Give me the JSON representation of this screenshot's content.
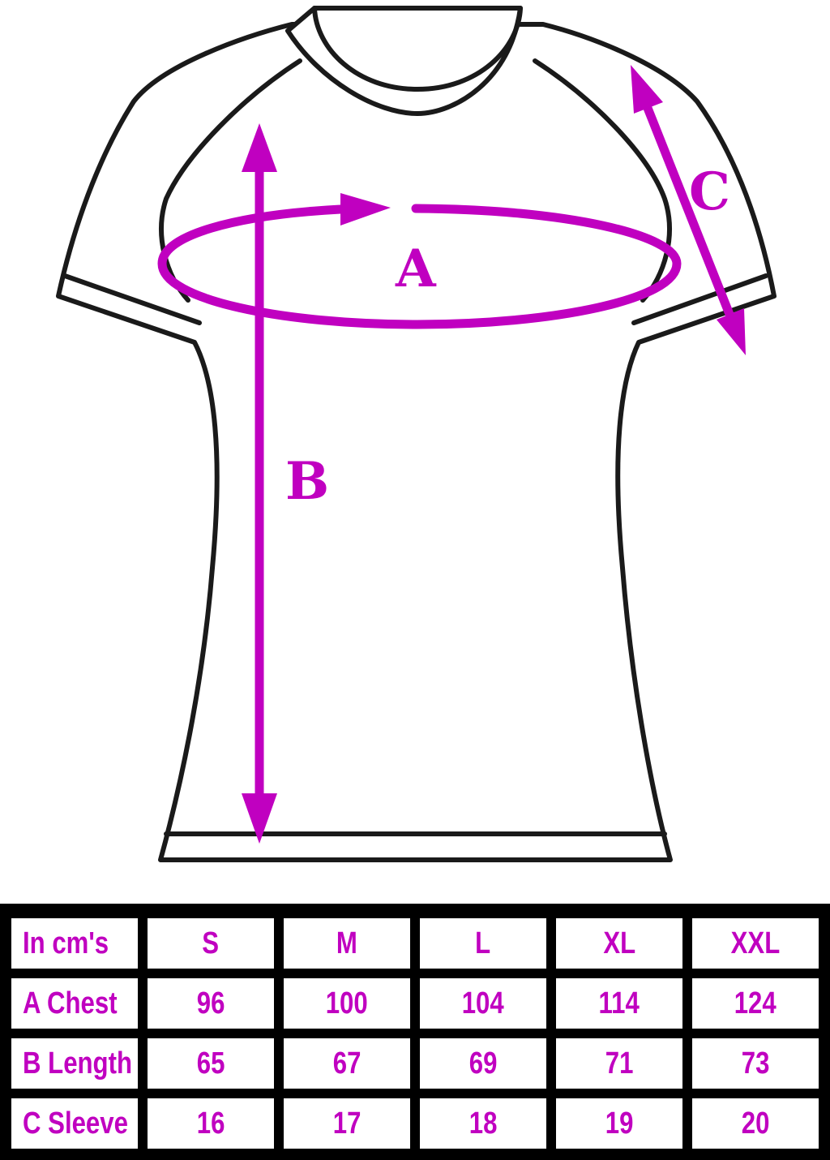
{
  "diagram": {
    "labels": {
      "chest": "A",
      "length": "B",
      "sleeve": "C"
    },
    "colors": {
      "outline": "#1a1a1a",
      "accent": "#c000c0"
    }
  },
  "size_table": {
    "headers": [
      "In cm's",
      "S",
      "M",
      "L",
      "XL",
      "XXL"
    ],
    "rows": [
      {
        "label": "A Chest",
        "values": [
          "96",
          "100",
          "104",
          "114",
          "124"
        ]
      },
      {
        "label": "B Length",
        "values": [
          "65",
          "67",
          "69",
          "71",
          "73"
        ]
      },
      {
        "label": "C Sleeve",
        "values": [
          "16",
          "17",
          "18",
          "19",
          "20"
        ]
      }
    ]
  }
}
